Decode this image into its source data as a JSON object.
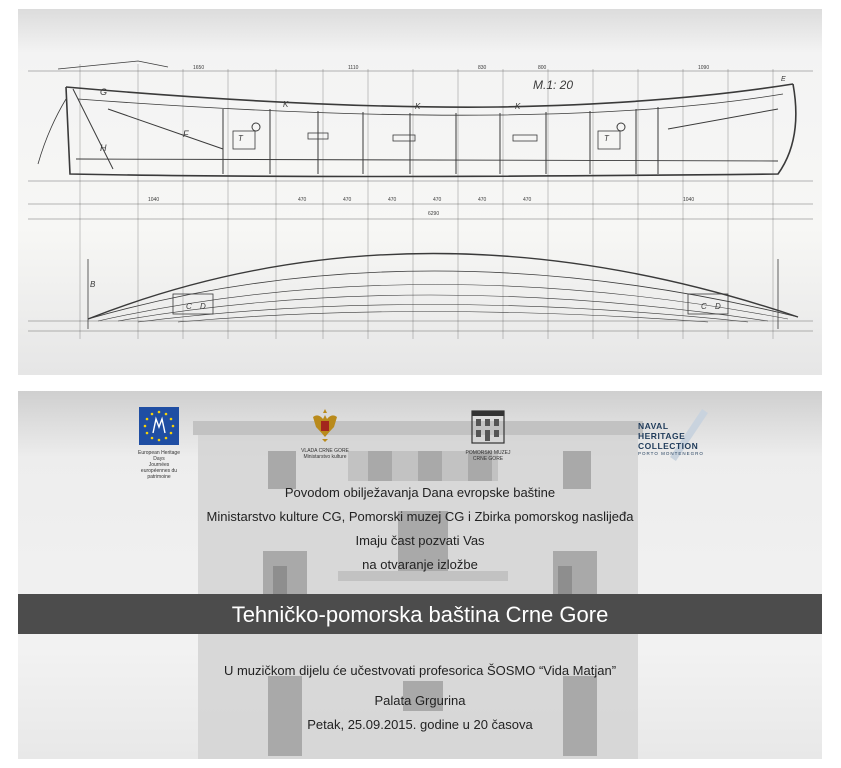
{
  "drawing": {
    "scale_label": "M.1: 20",
    "part_labels": [
      "G",
      "F",
      "H",
      "T",
      "K",
      "K",
      "K",
      "T",
      "E",
      "B",
      "C",
      "D",
      "C",
      "D"
    ],
    "dimensions": [
      "1650",
      "1110",
      "830",
      "800",
      "1090",
      "1040",
      "470",
      "470",
      "470",
      "470",
      "470",
      "470",
      "6290",
      "1040"
    ]
  },
  "logos": {
    "ehd_line1": "European Heritage Days",
    "ehd_line2": "Journées européennes du patrimoine",
    "gov_line1": "VLADA CRNE GORE",
    "gov_line2": "Ministarstvo kulture",
    "museum_line1": "POMORSKI MUZEJ",
    "museum_line2": "CRNE GORE",
    "naval_line1": "NAVAL",
    "naval_line2": "HERITAGE",
    "naval_line3": "COLLECTION",
    "naval_line4": "PORTO MONTENEGRO"
  },
  "invitation": {
    "line1": "Povodom obilježavanja Dana evropske baštine",
    "line2": "Ministarstvo kulture CG, Pomorski muzej CG i Zbirka pomorskog naslijeđa",
    "line3": "Imaju čast pozvati Vas",
    "line4": "na otvaranje izložbe",
    "title": "Tehničko-pomorska baština Crne Gore",
    "music": "U muzičkom dijelu će učestvovati profesorica ŠOSMO “Vida Matjan”",
    "venue": "Palata Grgurina",
    "datetime": "Petak, 25.09.2015. godine u 20 časova"
  },
  "colors": {
    "title_band": "#4c4c4c",
    "eu_blue": "#1f4ea3",
    "eu_star": "#f5d10a",
    "naval_text": "#1f3b5a"
  }
}
